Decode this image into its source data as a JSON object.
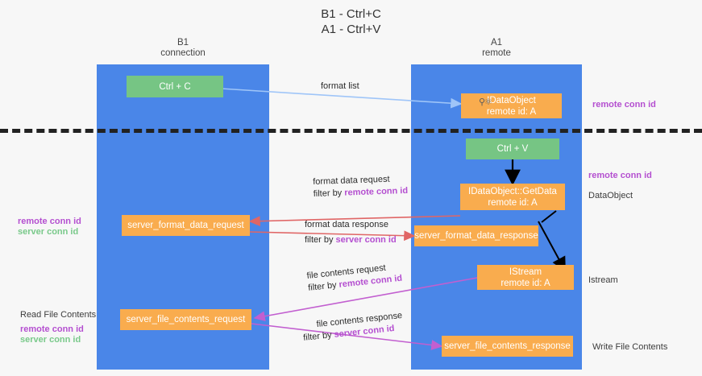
{
  "title": "B1 - Ctrl+C\nA1 - Ctrl+V",
  "lanes": [
    {
      "id": "b1",
      "title": "B1\nconnection"
    },
    {
      "id": "a1",
      "title": "A1\nremote"
    }
  ],
  "nodes": [
    {
      "id": "ctrl-c",
      "line1": "Ctrl + C",
      "line2": "",
      "color": "green"
    },
    {
      "id": "idataobject",
      "line1": "IDataObject",
      "line2": "remote id: A",
      "color": "orange"
    },
    {
      "id": "ctrl-v",
      "line1": "Ctrl + V",
      "line2": "",
      "color": "green"
    },
    {
      "id": "idataobject-getdata",
      "line1": "IDataObject::GetData",
      "line2": "remote id: A",
      "color": "orange"
    },
    {
      "id": "server-format-data-request",
      "line1": "server_format_data_request",
      "line2": "",
      "color": "orange"
    },
    {
      "id": "server-format-data-response",
      "line1": "server_format_data_response",
      "line2": "",
      "color": "orange"
    },
    {
      "id": "istream",
      "line1": "IStream",
      "line2": "remote id: A",
      "color": "orange"
    },
    {
      "id": "server-file-contents-request",
      "line1": "server_file_contents_request",
      "line2": "",
      "color": "orange"
    },
    {
      "id": "server-file-contents-response",
      "line1": "server_file_contents_response",
      "line2": "",
      "color": "orange"
    }
  ],
  "edge_labels": [
    {
      "id": "format-list",
      "line1": "format list",
      "line2_prefix": "",
      "line2_accent": ""
    },
    {
      "id": "format-data-request",
      "line1": "format data request",
      "line2_prefix": "filter by ",
      "line2_accent": "remote conn id"
    },
    {
      "id": "format-data-response",
      "line1": "format data response",
      "line2_prefix": "filter by ",
      "line2_accent": "server conn id"
    },
    {
      "id": "file-contents-request",
      "line1": "file contents request",
      "line2_prefix": "filter by ",
      "line2_accent": "remote conn id"
    },
    {
      "id": "file-contents-response",
      "line1": "file contents response",
      "line2_prefix": "filter by ",
      "line2_accent": "server conn id"
    }
  ],
  "right_labels": [
    {
      "id": "right-remote-conn-id-top",
      "text": "remote conn id",
      "style": "purple"
    },
    {
      "id": "right-remote-conn-id-mid",
      "text": "remote conn id",
      "style": "purple"
    },
    {
      "id": "right-dataobject",
      "text": "DataObject",
      "style": "plain"
    },
    {
      "id": "right-istream",
      "text": "Istream",
      "style": "plain"
    },
    {
      "id": "right-write-file-contents",
      "text": "Write File Contents",
      "style": "plain"
    }
  ],
  "left_labels": [
    {
      "id": "left-remote-conn-id-mid",
      "text": "remote conn id",
      "style": "purple"
    },
    {
      "id": "left-server-conn-id-mid",
      "text": "server conn id",
      "style": "green"
    },
    {
      "id": "left-read-file-contents",
      "text": "Read File Contents",
      "style": "plain"
    },
    {
      "id": "left-remote-conn-id-bot",
      "text": "remote conn id",
      "style": "purple"
    },
    {
      "id": "left-server-conn-id-bot",
      "text": "server conn id",
      "style": "green"
    }
  ],
  "colors": {
    "lane": "#4a86e8",
    "green_node": "#76c584",
    "orange_node": "#f9ac4e",
    "accent_purple": "#b44fd0",
    "accent_green": "#79c98a",
    "arrow_blue": "#9fc5f8",
    "arrow_red": "#e06666",
    "arrow_magenta": "#c25fd0",
    "arrow_black": "#000000",
    "divider": "#222222",
    "background": "#f7f7f7"
  }
}
